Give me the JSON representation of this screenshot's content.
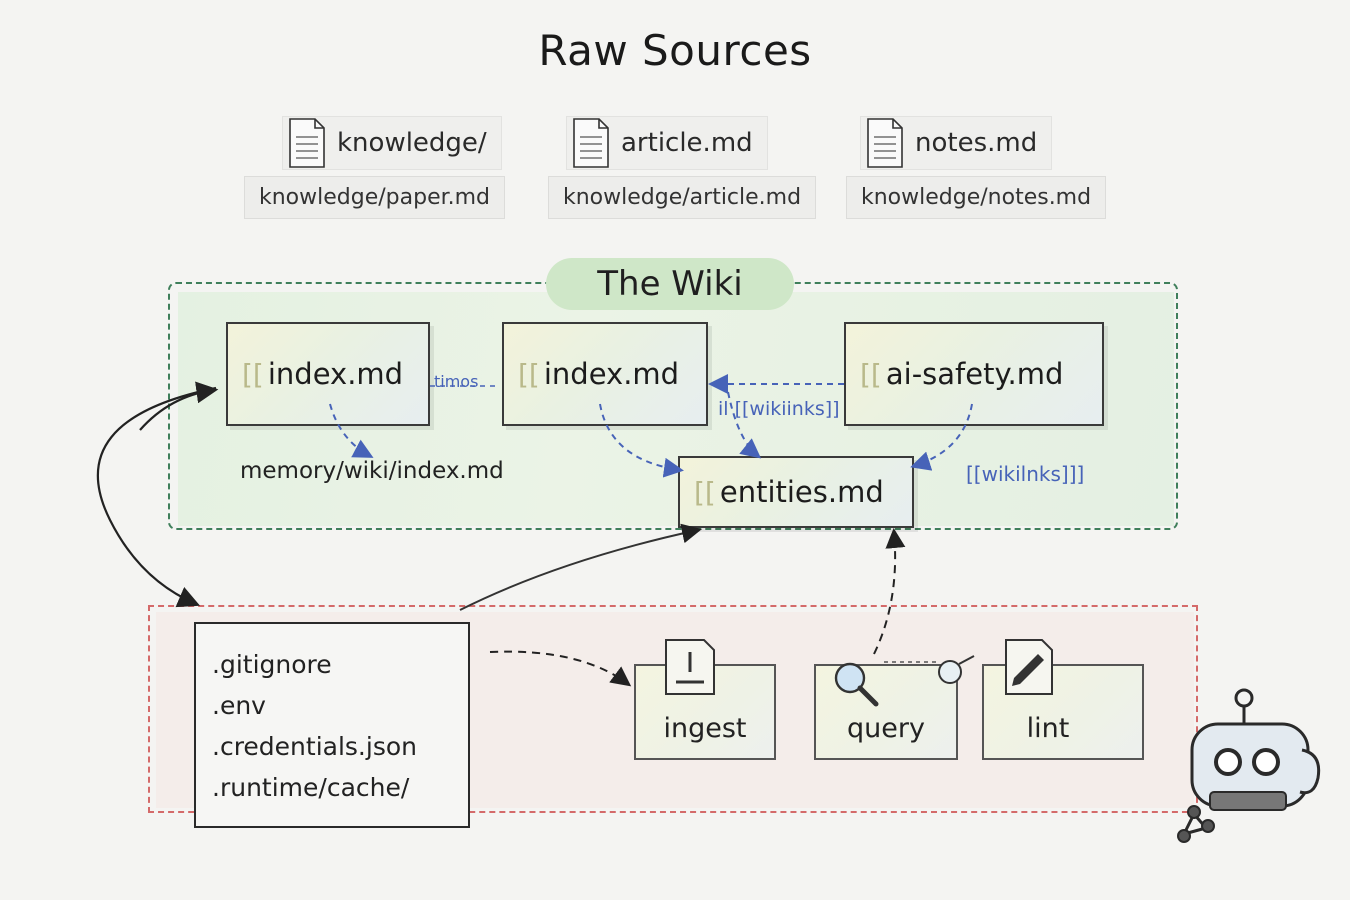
{
  "title": "Raw Sources",
  "sources": [
    {
      "name": "knowledge/",
      "path": "knowledge/paper.md",
      "icon": "document-icon"
    },
    {
      "name": "article.md",
      "path": "knowledge/article.md",
      "icon": "document-icon"
    },
    {
      "name": "notes.md",
      "path": "knowledge/notes.md",
      "icon": "document-icon"
    }
  ],
  "wiki": {
    "title": "The Wiki",
    "bracket": "[[",
    "pages": [
      "index.md",
      "index.md",
      "ai-safety.md",
      "entities.md"
    ],
    "path": "memory/wiki/index.md",
    "links": [
      "timos",
      "il [[wikiinks]]",
      "[[wikilnks]]]"
    ]
  },
  "ops": {
    "ignored": [
      ".gitignore",
      ".env",
      ".credentials.json",
      ".runtime/cache/"
    ],
    "tools": [
      {
        "label": "ingest",
        "icon": "inbox-icon"
      },
      {
        "label": "query",
        "icon": "magnifier-icon"
      },
      {
        "label": "lint",
        "icon": "pencil-icon"
      }
    ]
  },
  "colors": {
    "wiki_border": "#3f7f5b",
    "ops_border": "#d46a6a",
    "link": "#4763b8",
    "wiki_pill": "#cfe7c8"
  },
  "mascot": "robot-icon"
}
